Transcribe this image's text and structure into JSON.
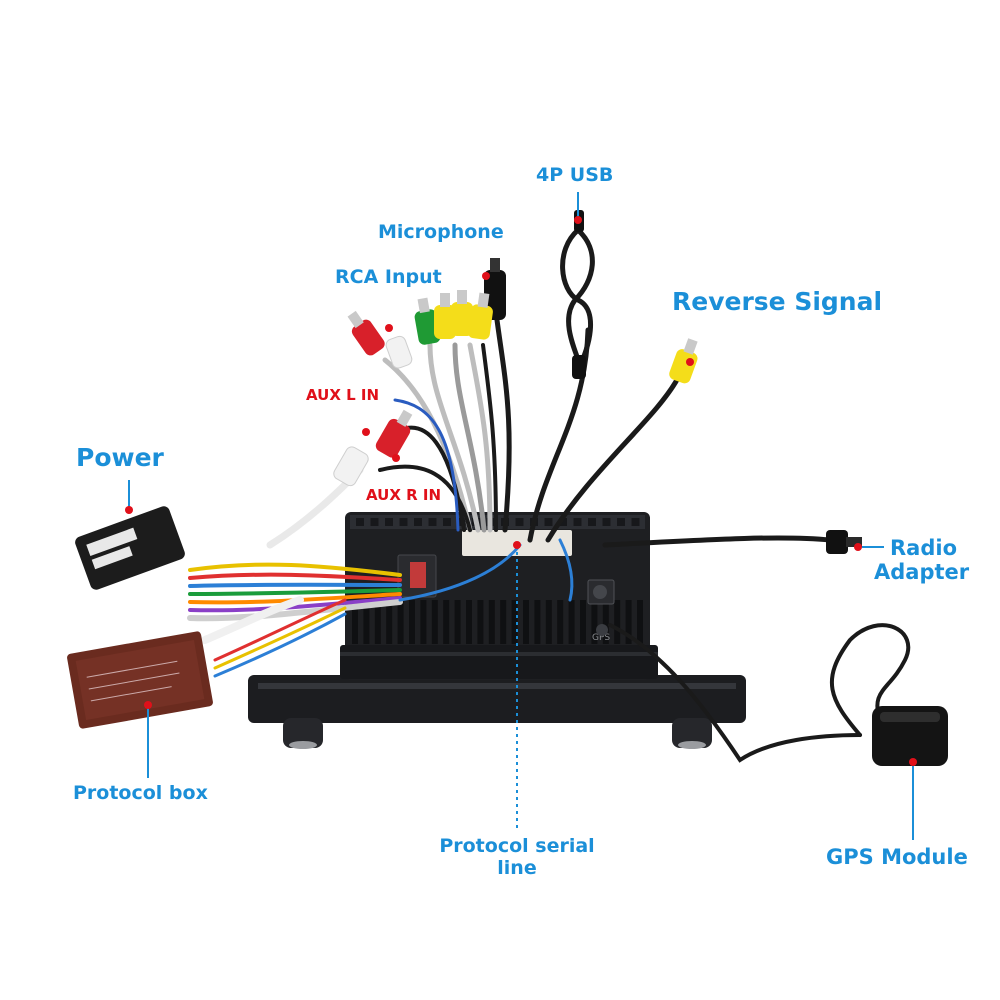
{
  "labels": {
    "usb": "4P USB",
    "microphone": "Microphone",
    "rca_input": "RCA Input",
    "reverse_signal": "Reverse Signal",
    "aux_l_in": "AUX L IN",
    "aux_r_in": "AUX R IN",
    "power": "Power",
    "radio_adapter_line1": "Radio",
    "radio_adapter_line2": "Adapter",
    "protocol_box": "Protocol box",
    "protocol_serial_line1": "Protocol serial",
    "protocol_serial_line2": "line",
    "gps_module": "GPS Module"
  },
  "colors": {
    "label_blue": "#1b8fd8",
    "label_red": "#e0101a",
    "leader_line": "#1b8fd8",
    "marker_dot": "#e0101a",
    "unit_body": "#1e1f22",
    "cable_black": "#1a1a1a"
  },
  "icons": [
    "rca-plug-icon",
    "usb-connector-icon",
    "gps-antenna-icon",
    "protocol-box-icon",
    "power-harness-icon"
  ]
}
